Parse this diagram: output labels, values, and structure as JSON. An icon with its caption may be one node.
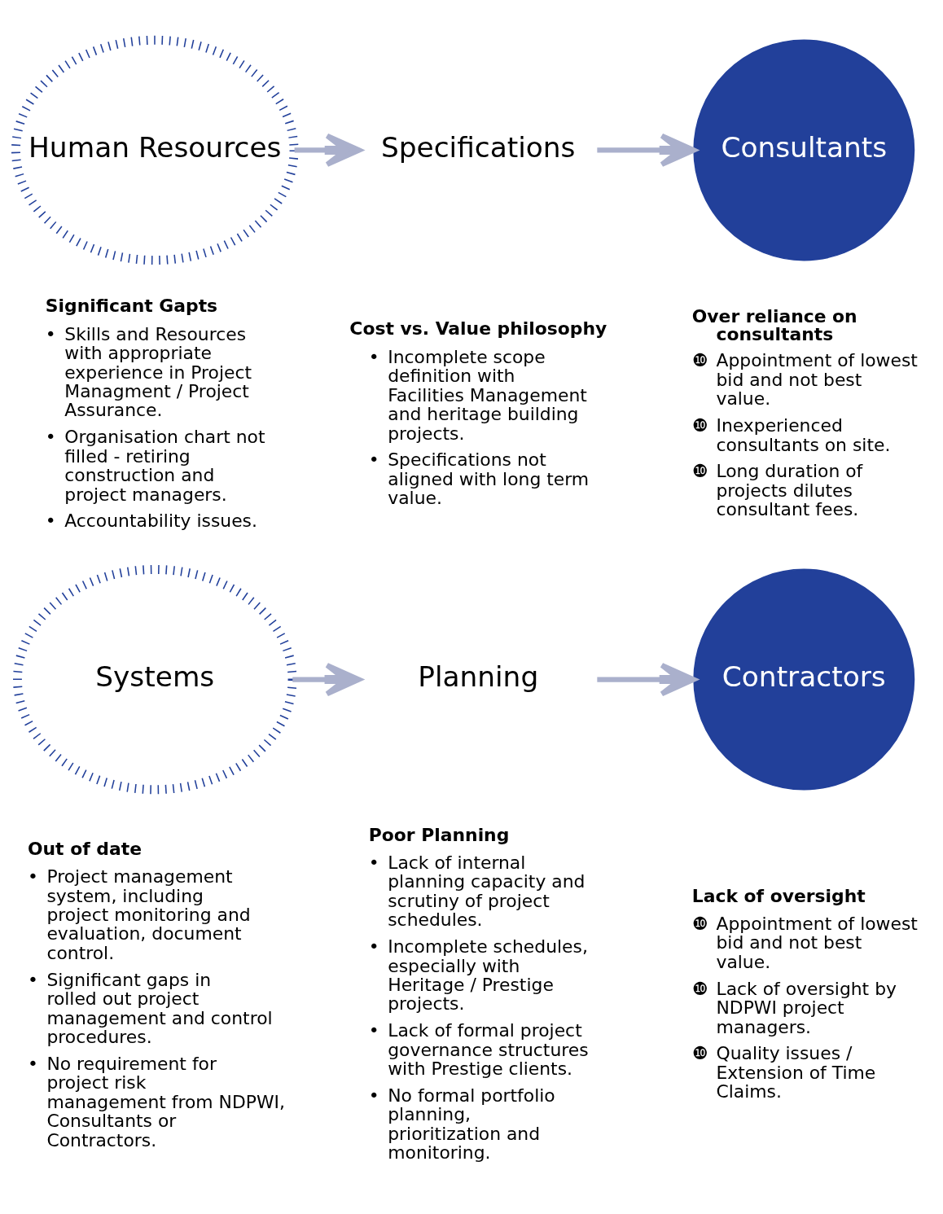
{
  "diagram": {
    "nodes": [
      {
        "text": [
          "Human Resources"
        ],
        "beside": [
          "Significant Gapts",
          "• Skills and Resources with appropriate experience in Project Managment / Project Assurance.",
          "• Organisation chart not filled - retiring construction and project managers.",
          "• Accountability issues."
        ]
      },
      {
        "text": [
          "Specifications"
        ],
        "beside": [
          "Cost vs. Value philosophy",
          "• Incomplete scope definition with Facilities Management and heritage building projects.",
          "• Specifications not aligned with long term value."
        ]
      },
      {
        "text": [
          "Consultants"
        ],
        "beside": [
          "Over reliance on consultants",
          "❿ Appointment of lowest bid and not best value.",
          "❿ Inexperienced consultants on site.",
          "❿ Long duration of projects dilutes consultant fees."
        ]
      },
      {
        "text": [
          "Systems"
        ],
        "beside": [
          "Out of date",
          "• Project management system, including project monitoring and evaluation, document control.",
          "• Significant gaps in rolled out project management and control procedures.",
          "• No requirement for project risk management from NDPWI, Consultants or Contractors."
        ]
      },
      {
        "text": [
          "Planning"
        ],
        "beside": [
          "Poor Planning",
          "• Lack of internal planning capacity and scrutiny of project schedules.",
          "• Incomplete schedules, especially with Heritage / Prestige projects.",
          "• Lack of formal project governance structures with Prestige clients.",
          "• No formal portfolio planning, prioritization and monitoring."
        ]
      },
      {
        "text": [
          "Contractors"
        ],
        "beside": [
          "Lack of oversight",
          "❿ Appointment of lowest bid and not best value.",
          "❿ Lack of oversight by NDPWI project managers.",
          "❿ Quality issues / Extension of Time Claims."
        ]
      }
    ],
    "edges": [
      {
        "from": 0,
        "to": 1,
        "arrow": "to"
      },
      {
        "from": 1,
        "to": 2,
        "arrow": "to"
      },
      {
        "from": 3,
        "to": 4,
        "arrow": "to"
      },
      {
        "from": 4,
        "to": 5,
        "arrow": "to"
      }
    ]
  }
}
